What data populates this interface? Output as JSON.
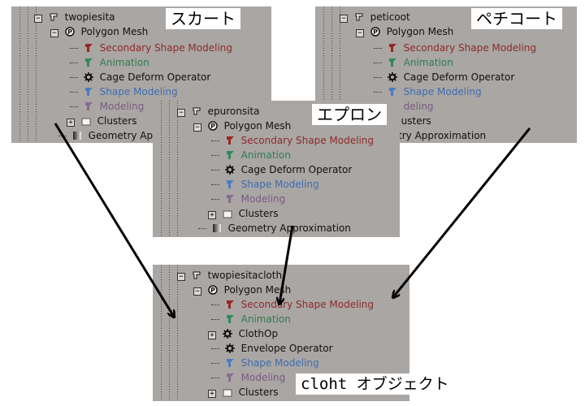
{
  "panels": {
    "skirt": {
      "object_name": "twopiesita",
      "caption": "スカート",
      "items": {
        "mesh": "Polygon Mesh",
        "secondary": "Secondary Shape Modeling",
        "animation": "Animation",
        "cage": "Cage Deform Operator",
        "shape": "Shape Modeling",
        "modeling": "Modeling",
        "clusters": "Clusters",
        "geometry": "Geometry Appro"
      }
    },
    "petticoat": {
      "object_name": "peticoot",
      "caption": "ペチコート",
      "items": {
        "mesh": "Polygon Mesh",
        "secondary": "Secondary Shape Modeling",
        "animation": "Animation",
        "cage": "Cage Deform Operator",
        "shape": "Shape Modeling",
        "modeling": "deling",
        "clusters": "usters",
        "geometry": "etry Approximation"
      }
    },
    "apron": {
      "object_name": "epuronsita",
      "caption": "エプロン",
      "items": {
        "mesh": "Polygon Mesh",
        "secondary": "Secondary Shape Modeling",
        "animation": "Animation",
        "cage": "Cage Deform Operator",
        "shape": "Shape Modeling",
        "modeling": "Modeling",
        "clusters": "Clusters",
        "geometry": "Geometry Approximation"
      }
    },
    "cloth": {
      "object_name": "twopiesitacloth",
      "caption": "cloht オブジェクト",
      "items": {
        "mesh": "Polygon Mesh",
        "secondary": "Secondary Shape Modeling",
        "animation": "Animation",
        "clothop": "ClothOp",
        "envelope": "Envelope Operator",
        "shape": "Shape Modeling",
        "modeling": "Modeling",
        "clusters": "Clusters"
      }
    }
  },
  "colors": {
    "panel_bg": "#a9a6a4",
    "secondary": "#8e2a2a",
    "animation": "#2e7d4f",
    "shape": "#3f6db0",
    "modeling": "#7a5a82",
    "arrow": "#000000"
  },
  "icons": {
    "object": "object-node-icon",
    "mesh": "polygon-mesh-icon",
    "secondary": "red-flag-icon",
    "animation": "green-flag-icon",
    "operator": "gear-icon",
    "shape": "blue-flag-icon",
    "modeling": "purple-flag-icon",
    "clusters": "folder-icon",
    "geometry": "gradient-icon"
  }
}
